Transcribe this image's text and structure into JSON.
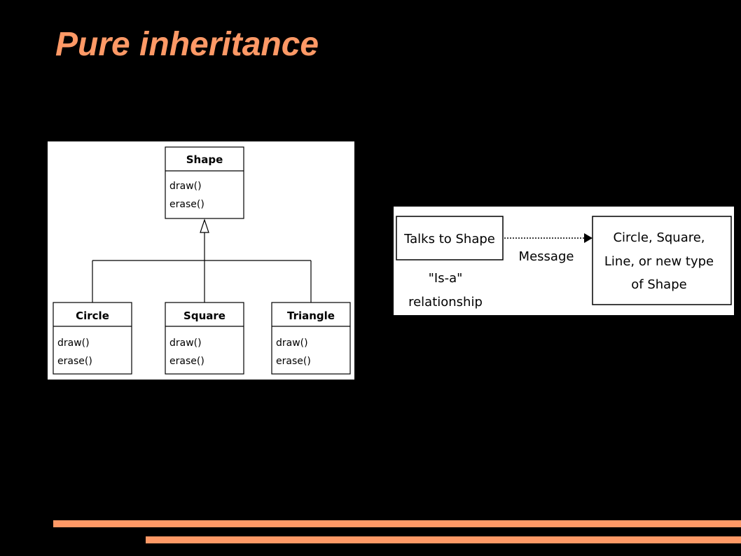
{
  "title": "Pure inheritance",
  "accent_color": "#ff9966",
  "uml": {
    "parent": {
      "name": "Shape",
      "methods": [
        "draw()",
        "erase()"
      ]
    },
    "children": [
      {
        "name": "Circle",
        "methods": [
          "draw()",
          "erase()"
        ]
      },
      {
        "name": "Square",
        "methods": [
          "draw()",
          "erase()"
        ]
      },
      {
        "name": "Triangle",
        "methods": [
          "draw()",
          "erase()"
        ]
      }
    ]
  },
  "message_diagram": {
    "sender": "Talks to Shape",
    "message_label": "Message",
    "relationship_lines": [
      "\"Is-a\"",
      "relationship"
    ],
    "receiver_lines": [
      "Circle, Square,",
      "Line, or new type",
      "of Shape"
    ]
  }
}
